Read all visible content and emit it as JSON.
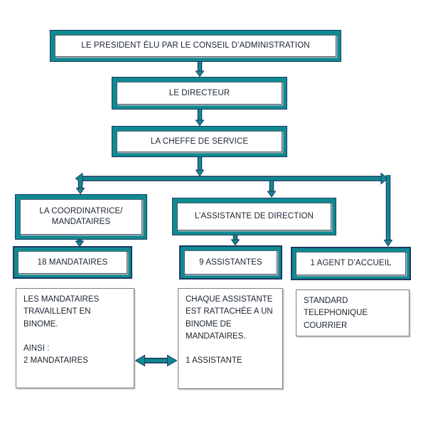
{
  "colors": {
    "teal": "#0E8B91",
    "navy": "#1F3864",
    "inner_border": "#566070",
    "shadow": "#aab0b8",
    "note_border": "#7f7f7f",
    "note_shadow": "#c6c6c6",
    "text": "#1a2330"
  },
  "nodes": {
    "president": {
      "label": "LE PRESIDENT ÉLU PAR LE CONSEIL D’ADMINISTRATION"
    },
    "directeur": {
      "label": "LE DIRECTEUR"
    },
    "cheffe": {
      "label": "LA CHEFFE DE SERVICE"
    },
    "coordinatrice": {
      "label": "LA COORDINATRICE/\nMANDATAIRES"
    },
    "assistante_direction": {
      "label": "L’ASSISTANTE DE DIRECTION"
    },
    "mandataires": {
      "label": "18 MANDATAIRES"
    },
    "assistantes": {
      "label": "9 ASSISTANTES"
    },
    "agent_accueil": {
      "label": "1 AGENT D’ACCUEIL"
    }
  },
  "notes": {
    "mandataires_note": "LES MANDATAIRES\nTRAVAILLENT EN\nBINOME.\n\nAINSI :\n2 MANDATAIRES",
    "assistantes_note": "CHAQUE ASSISTANTE\nEST RATTACHÉE A UN\nBINOME DE\nMANDATAIRES.\n\n1 ASSISTANTE",
    "accueil_note": "STANDARD\nTELEPHONIQUE\nCOURRIER"
  }
}
